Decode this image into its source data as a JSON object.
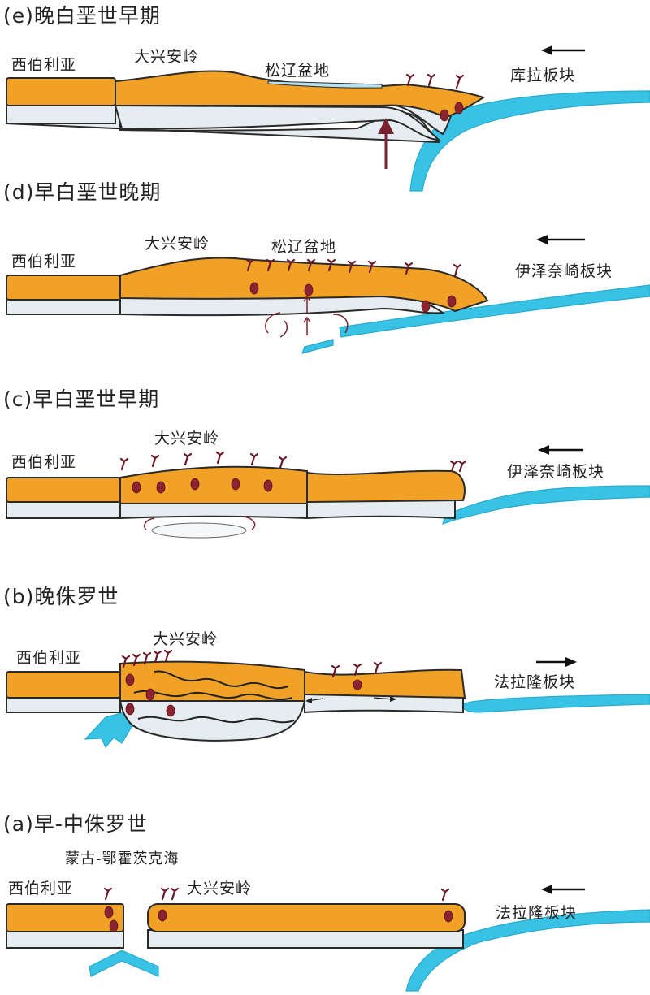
{
  "panels": {
    "e": {
      "title": "(e)晚白垩世早期",
      "siberia": "西伯利亚",
      "dxal": "大兴安岭",
      "songliao": "松辽盆地",
      "plate": "库拉板块"
    },
    "d": {
      "title": "(d)早白垩世晚期",
      "siberia": "西伯利亚",
      "dxal": "大兴安岭",
      "songliao": "松辽盆地",
      "plate": "伊泽奈崎板块"
    },
    "c": {
      "title": "(c)早白垩世早期",
      "siberia": "西伯利亚",
      "dxal": "大兴安岭",
      "plate": "伊泽奈崎板块"
    },
    "b": {
      "title": "(b)晚侏罗世",
      "siberia": "西伯利亚",
      "dxal": "大兴安岭",
      "plate": "法拉隆板块"
    },
    "a": {
      "title": "(a)早-中侏罗世",
      "ocean": "蒙古-鄂霍茨克海",
      "siberia": "西伯利亚",
      "dxal": "大兴安岭",
      "plate": "法拉隆板块"
    }
  },
  "colors": {
    "crust": "#f2a127",
    "lithospheric_mantle": "#e6edf1",
    "oceanic_slab": "#38c3e6",
    "basin": "#b6e1ee",
    "magma": "#8b2331"
  },
  "plate_motion": {
    "e": "left",
    "d": "left",
    "c": "left",
    "b": "right",
    "a": "left"
  }
}
